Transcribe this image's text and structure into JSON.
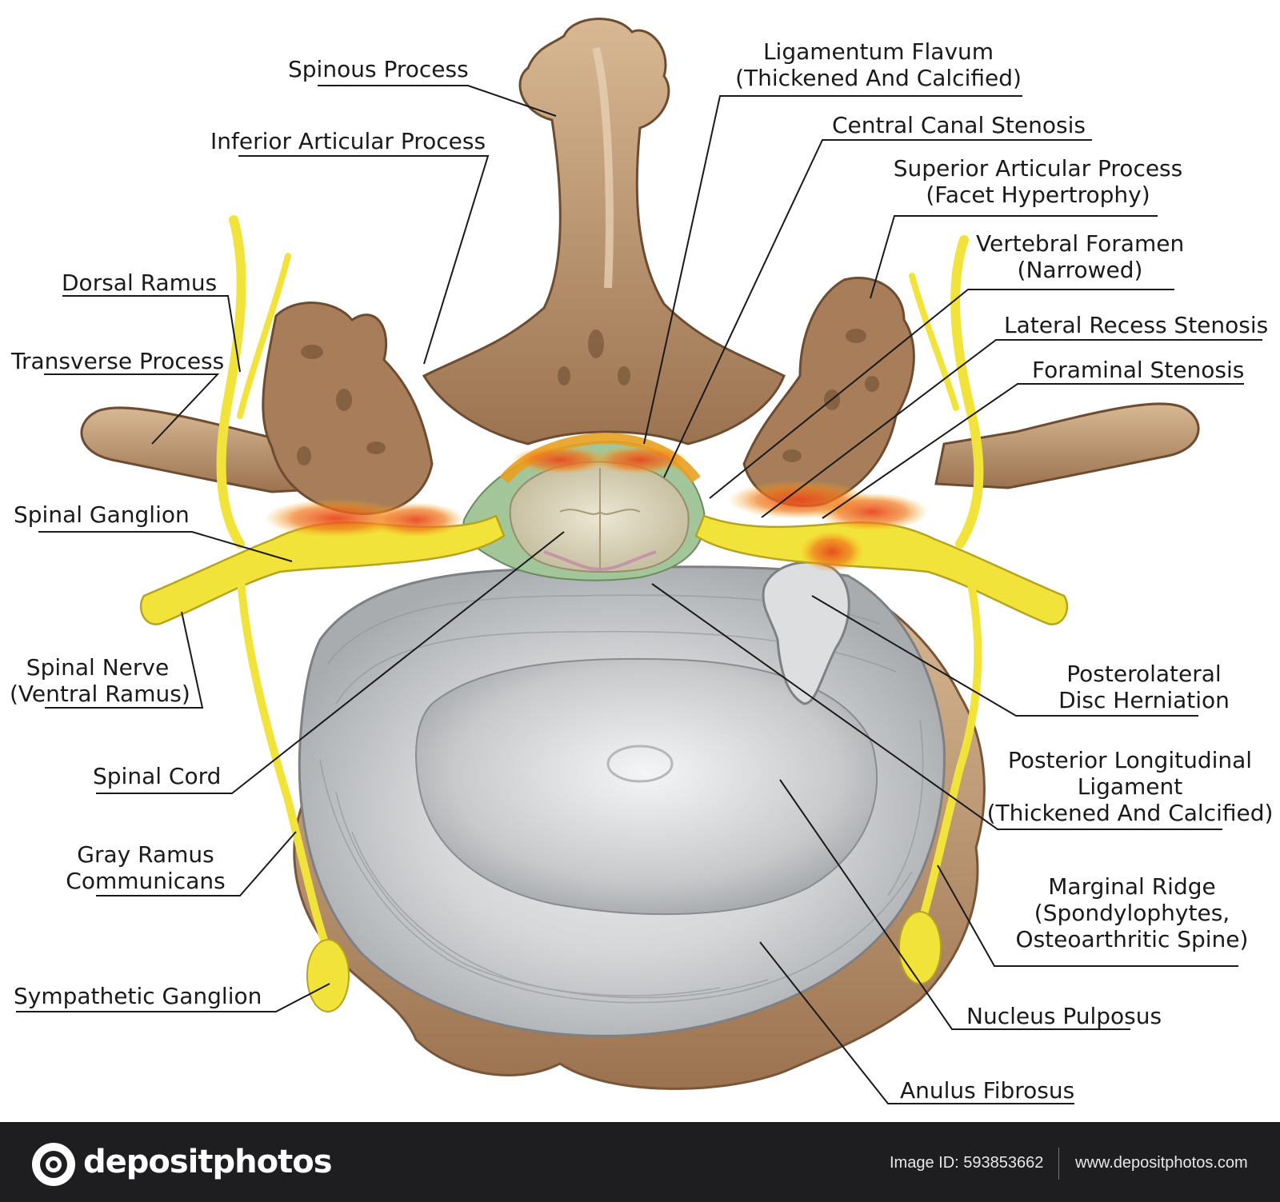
{
  "labels": {
    "spinous_process": [
      "Spinous Process"
    ],
    "inferior_articular_process": [
      "Inferior Articular Process"
    ],
    "dorsal_ramus": [
      "Dorsal Ramus"
    ],
    "transverse_process": [
      "Transverse Process"
    ],
    "spinal_ganglion": [
      "Spinal Ganglion"
    ],
    "spinal_nerve": [
      "Spinal Nerve",
      "(Ventral Ramus)"
    ],
    "spinal_cord": [
      "Spinal Cord"
    ],
    "gray_ramus": [
      "Gray Ramus",
      "Communicans"
    ],
    "sympathetic_ganglion": [
      "Sympathetic Ganglion"
    ],
    "ligamentum_flavum": [
      "Ligamentum Flavum",
      "(Thickened And Calcified)"
    ],
    "central_canal_stenosis": [
      "Central Canal Stenosis"
    ],
    "superior_articular_process": [
      "Superior Articular Process",
      "(Facet Hypertrophy)"
    ],
    "vertebral_foramen": [
      "Vertebral Foramen",
      "(Narrowed)"
    ],
    "lateral_recess_stenosis": [
      "Lateral Recess Stenosis"
    ],
    "foraminal_stenosis": [
      "Foraminal Stenosis"
    ],
    "posterolateral_disc_herniation": [
      "Posterolateral",
      "Disc Herniation"
    ],
    "posterior_longitudinal_ligament": [
      "Posterior Longitudinal",
      "Ligament",
      "(Thickened And Calcified)"
    ],
    "marginal_ridge": [
      "Marginal Ridge",
      "(Spondylophytes,",
      "Osteoarthritic Spine)"
    ],
    "nucleus_pulposus": [
      "Nucleus Pulposus"
    ],
    "anulus_fibrosus": [
      "Anulus Fibrosus"
    ]
  },
  "footer": {
    "brand": "depositphotos",
    "image_id": "Image ID: 593853662",
    "url": "www.depositphotos.com"
  },
  "colors": {
    "bone": "#b8906a",
    "bone_dark": "#8a6444",
    "bone_light": "#e3c8a8",
    "nerve": "#f2e33a",
    "inflammation": "#e8461e",
    "disc": "#c9cbcd",
    "footer_bg": "#1e1e20"
  }
}
